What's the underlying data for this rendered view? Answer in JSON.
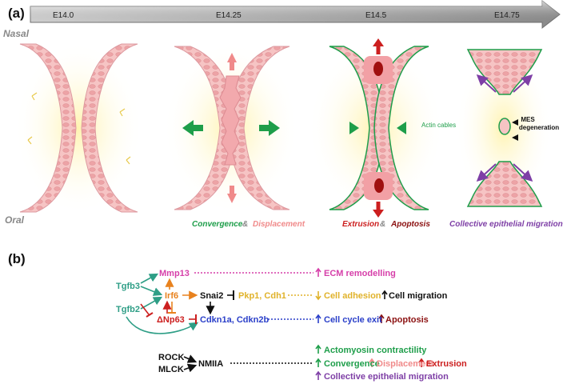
{
  "panel_a": {
    "label": "(a)",
    "timeline": [
      "E14.0",
      "E14.25",
      "E14.5",
      "E14.75"
    ],
    "side_top": "Nasal",
    "side_bottom": "Oral",
    "actin_label": "Actin cables",
    "mes_label_1": "MES",
    "mes_label_2": "degeneration",
    "captions": {
      "s2_a": "Convergence",
      "s2_amp": " & ",
      "s2_b": "Displacement",
      "s3_a": "Extrusion",
      "s3_amp": " & ",
      "s3_b": "Apoptosis",
      "s4": "Collective epithelial migration"
    }
  },
  "panel_b": {
    "label": "(b)",
    "nodes": {
      "tgfb3": "Tgfb3",
      "tgfb2": "Tgfb2",
      "mmp13": "Mmp13",
      "irf6": "Irf6",
      "snai2": "Snai2",
      "pkp_cdh": "Pkp1, Cdh1",
      "dnp63": "ΔNp63",
      "cdkn": "Cdkn1a, Cdkn2b",
      "rock": "ROCK",
      "mlck": "MLCK",
      "nmiia": "NMIIA"
    },
    "outcomes": {
      "ecm": "ECM remodelling",
      "adhesion": "Cell adhesion",
      "migration": "Cell migration",
      "cycle_exit": "Cell cycle exit",
      "apoptosis": "Apoptosis",
      "actomyosin": "Actomyosin contractility",
      "convergence": "Convergence",
      "displacement": "Displacement",
      "extrusion": "Extrusion",
      "collective": "Collective epithelial migration"
    }
  },
  "colors": {
    "teal": "#2e9e86",
    "magenta": "#d63fa9",
    "orange": "#e8821e",
    "gold": "#e0b22a",
    "red": "#cc1f1f",
    "blue": "#2a3fc9",
    "dark_red": "#8b1010",
    "green": "#1e9e4a",
    "pink": "#f08a8a",
    "purple": "#7e3fa6"
  }
}
